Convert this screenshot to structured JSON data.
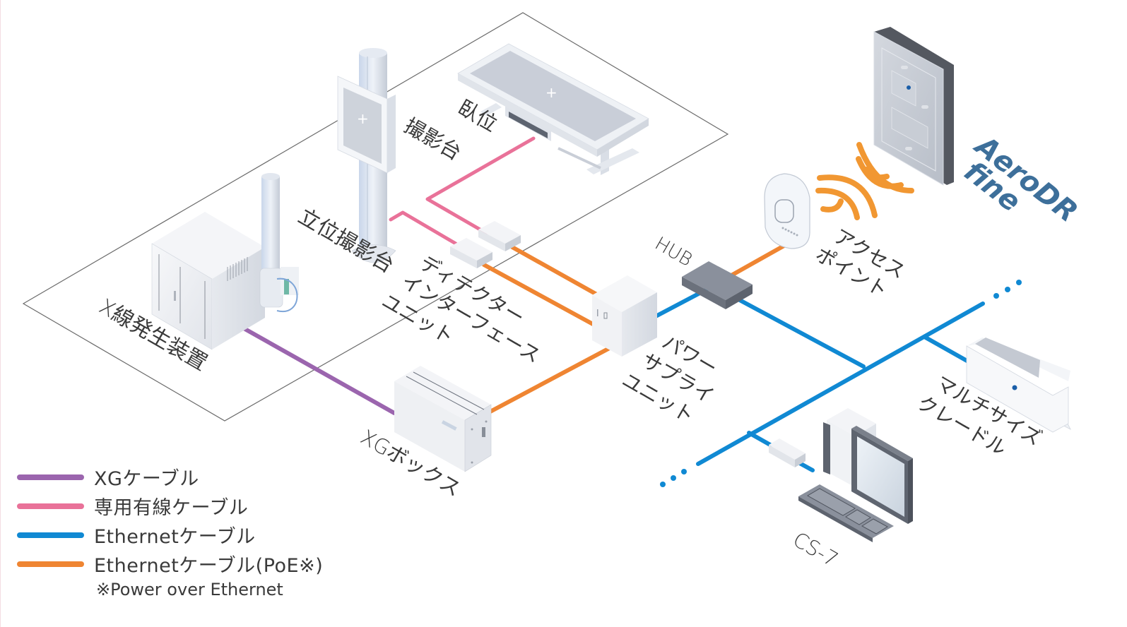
{
  "colors": {
    "xg_cable": "#9b65ae",
    "dedicated_cable": "#e97299",
    "ethernet_cable": "#1089d3",
    "poe_cable": "#ef8532",
    "wifi": "#f19732",
    "brand_text": "#3d6f9a",
    "room_outline": "#666666"
  },
  "devices": {
    "xray_generator": "X線発生装置",
    "upright_stand": "立位撮影台",
    "table": {
      "line1": "臥位",
      "line2": "撮影台"
    },
    "detector_interface": {
      "line1": "ディテクター",
      "line2": "インターフェース",
      "line3": "ユニット"
    },
    "power_supply": {
      "line1": "パワー",
      "line2": "サプライ",
      "line3": "ユニット"
    },
    "xg_box": "XGボックス",
    "hub": "HUB",
    "access_point": {
      "line1": "アクセス",
      "line2": "ポイント"
    },
    "cradle": {
      "line1": "マルチサイズ",
      "line2": "クレードル"
    },
    "workstation": "CS-7",
    "detector": {
      "line1": "AeroDR",
      "line2": "fine"
    }
  },
  "legend": {
    "items": [
      {
        "label": "XGケーブル",
        "color": "#9b65ae"
      },
      {
        "label": "専用有線ケーブル",
        "color": "#e97299"
      },
      {
        "label": "Ethernetケーブル",
        "color": "#1089d3"
      },
      {
        "label": "Ethernetケーブル(PoE※)",
        "color": "#ef8532"
      }
    ],
    "note": "※Power over Ethernet"
  }
}
